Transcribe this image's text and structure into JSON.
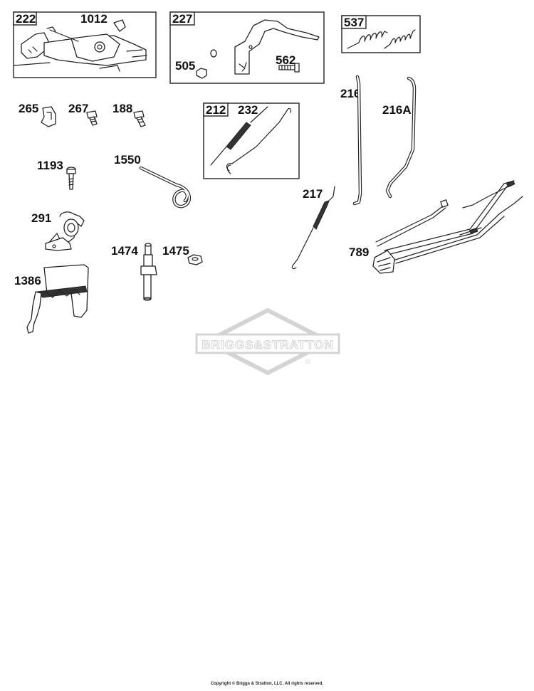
{
  "part_labels": {
    "p222": "222",
    "p1012": "1012",
    "p227": "227",
    "p505": "505",
    "p562": "562",
    "p537": "537",
    "p265": "265",
    "p267": "267",
    "p188": "188",
    "p212": "212",
    "p232": "232",
    "p216": "216",
    "p216a": "216A",
    "p1193": "1193",
    "p1550": "1550",
    "p217": "217",
    "p291": "291",
    "p789": "789",
    "p1474": "1474",
    "p1475": "1475",
    "p1386": "1386"
  },
  "watermark": "BRIGGS&STRATTON",
  "copyright": "Copyright © Briggs & Stratton, LLC. All rights reserved."
}
